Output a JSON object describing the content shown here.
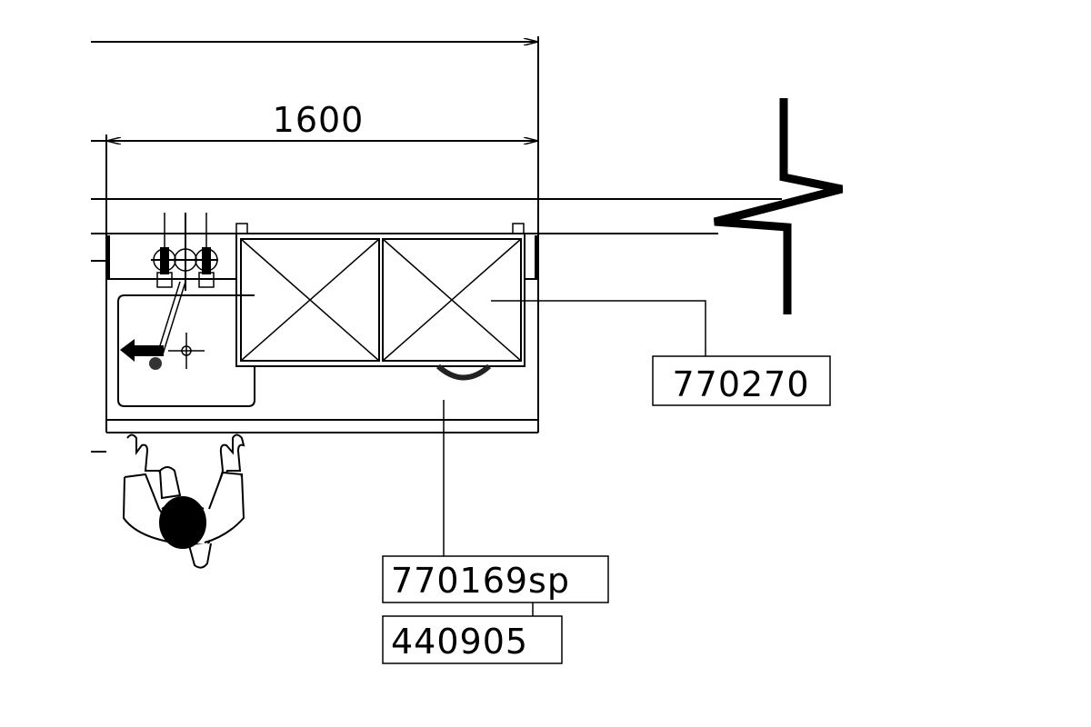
{
  "dimensions": {
    "width_label": "1600"
  },
  "tags": {
    "unit_right": "770270",
    "unit_bottom": "770169sp",
    "unit_bottom_sub": "440905"
  },
  "colors": {
    "line": "#000000",
    "background": "#ffffff"
  }
}
